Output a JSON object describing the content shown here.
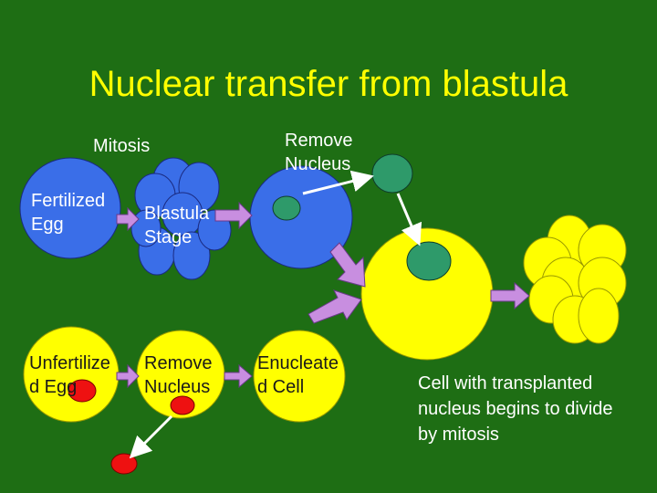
{
  "slide": {
    "title": "Nuclear transfer from blastula",
    "labels": {
      "mitosis": "Mitosis",
      "fertilized_egg_line1": "Fertilized",
      "fertilized_egg_line2": "Egg",
      "blastula_line1": "Blastula",
      "blastula_line2": "Stage",
      "remove_nucleus_top_line1": "Remove",
      "remove_nucleus_top_line2": "Nucleus",
      "unfertilized_line1": "Unfertilize",
      "unfertilized_line2": "d Egg",
      "remove_nucleus_bottom_line1": "Remove",
      "remove_nucleus_bottom_line2": "Nucleus",
      "enucleated_line1": "Enucleate",
      "enucleated_line2": "d Cell",
      "result_description": "Cell with transplanted nucleus begins to divide by mitosis"
    },
    "colors": {
      "background": "#1e6e14",
      "title": "#ffff00",
      "blue_cell": "#3a6ee8",
      "yellow_cell": "#ffff00",
      "nucleus_green": "#2e9a6a",
      "nucleus_red": "#ee1111",
      "arrow_fill": "#c88ee0",
      "pointer_arrow": "#ffffff"
    }
  }
}
